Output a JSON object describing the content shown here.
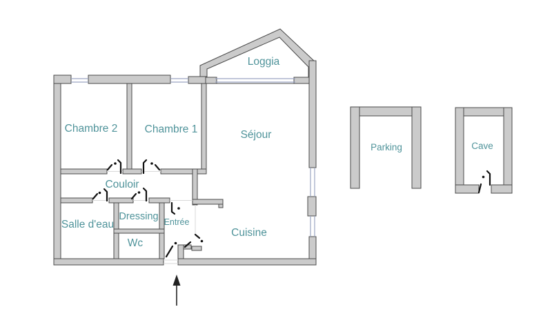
{
  "colors": {
    "floor": "#ffffff",
    "wall_fill": "#cbcbcb",
    "wall_stroke": "#4a4a4a",
    "window": "#9aa5c2",
    "threshold": "#d9d9d9",
    "door_mark": "#111111",
    "label": "#4f939a",
    "arrow": "#222222"
  },
  "floorplan": {
    "rooms": {
      "chambre2": "Chambre 2",
      "chambre1": "Chambre 1",
      "sejour": "Séjour",
      "loggia": "Loggia",
      "couloir": "Couloir",
      "salle_eau": "Salle d'eau",
      "dressing": "Dressing",
      "entree": "Entrée",
      "wc": "Wc",
      "cuisine": "Cuisine"
    },
    "annexes": {
      "parking": "Parking",
      "cave": "Cave"
    }
  }
}
